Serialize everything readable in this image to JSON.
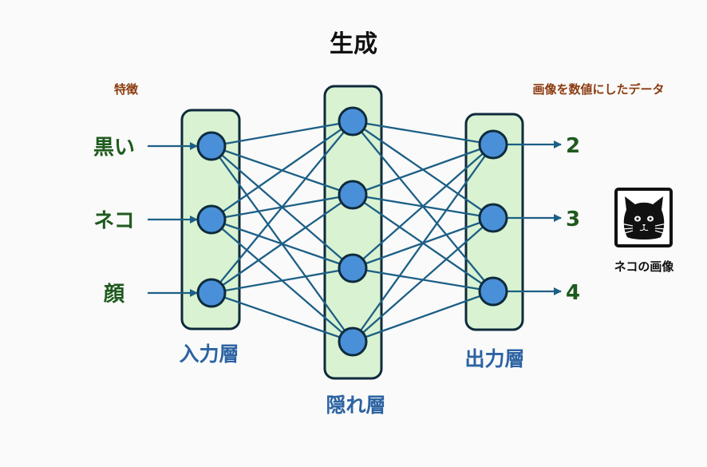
{
  "title": "生成",
  "features_header": "特徴",
  "output_header": "画像を数値にしたデータ",
  "inputs": [
    {
      "label": "黒い"
    },
    {
      "label": "ネコ"
    },
    {
      "label": "顔"
    }
  ],
  "outputs": [
    {
      "value": "2"
    },
    {
      "value": "3"
    },
    {
      "value": "4"
    }
  ],
  "layers": {
    "input": {
      "label": "入力層",
      "node_count": 3
    },
    "hidden": {
      "label": "隠れ層",
      "node_count": 4
    },
    "output": {
      "label": "出力層",
      "node_count": 3
    }
  },
  "cat_image": {
    "icon": "cat-face-icon",
    "label": "ネコの画像"
  },
  "colors": {
    "node_fill": "#4a90d9",
    "layer_fill": "#d9f2d1",
    "edge": "#1c5f86",
    "feature_text": "#1f5a1f",
    "header_text": "#8b3a0f",
    "layer_label": "#2c63a3"
  }
}
